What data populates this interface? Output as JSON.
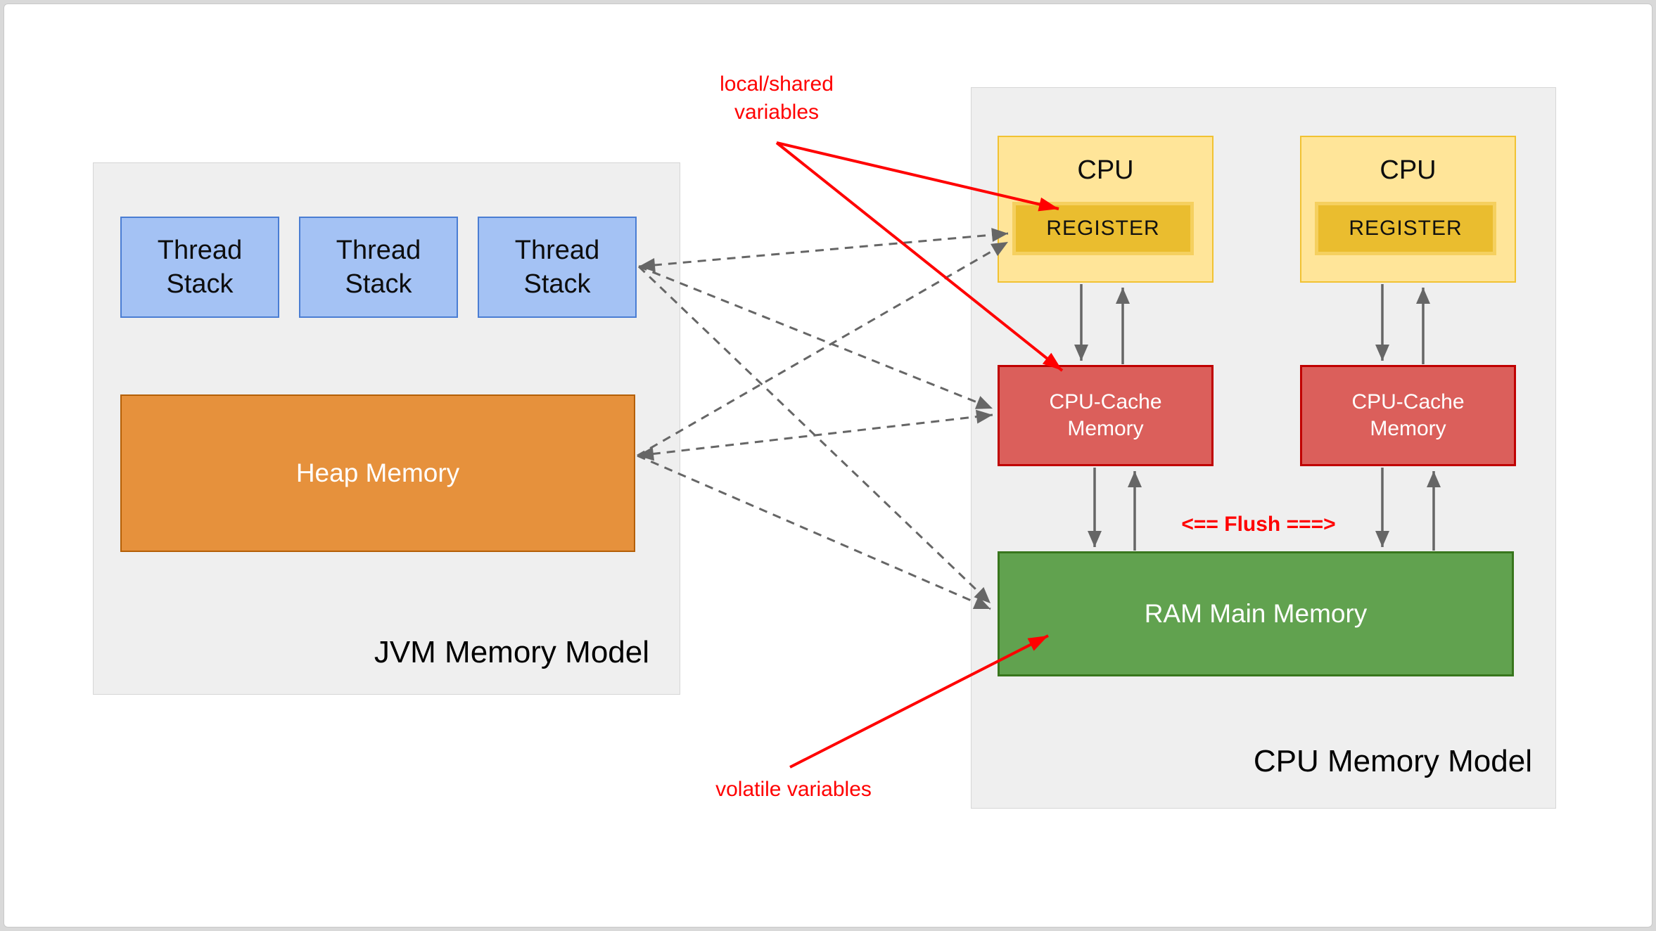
{
  "jvm": {
    "title": "JVM Memory Model",
    "thread_stacks": [
      {
        "label": "Thread\nStack"
      },
      {
        "label": "Thread\nStack"
      },
      {
        "label": "Thread\nStack"
      }
    ],
    "heap": {
      "label": "Heap Memory"
    }
  },
  "cpu_model": {
    "title": "CPU Memory Model",
    "cpus": [
      {
        "label": "CPU",
        "register": "REGISTER"
      },
      {
        "label": "CPU",
        "register": "REGISTER"
      }
    ],
    "caches": [
      {
        "label": "CPU-Cache\nMemory"
      },
      {
        "label": "CPU-Cache\nMemory"
      }
    ],
    "ram": {
      "label": "RAM Main Memory"
    },
    "flush_label": "<== Flush ===>"
  },
  "annotations": {
    "local_shared": "local/shared\nvariables",
    "volatile": "volatile variables"
  },
  "colors": {
    "container_bg": "#efefef",
    "thread_stack_fill": "#a4c2f4",
    "thread_stack_border": "#4a7dd3",
    "heap_fill": "#e6913c",
    "heap_border": "#b45f06",
    "cpu_fill": "#ffe599",
    "cpu_border": "#f1c232",
    "register_fill": "#eabd2f",
    "register_border": "#f5d05f",
    "cache_fill": "#db5f5b",
    "cache_border": "#c00000",
    "ram_fill": "#61a24f",
    "ram_border": "#38761d",
    "arrow_gray": "#666666",
    "annotation_red": "#ff0000"
  }
}
